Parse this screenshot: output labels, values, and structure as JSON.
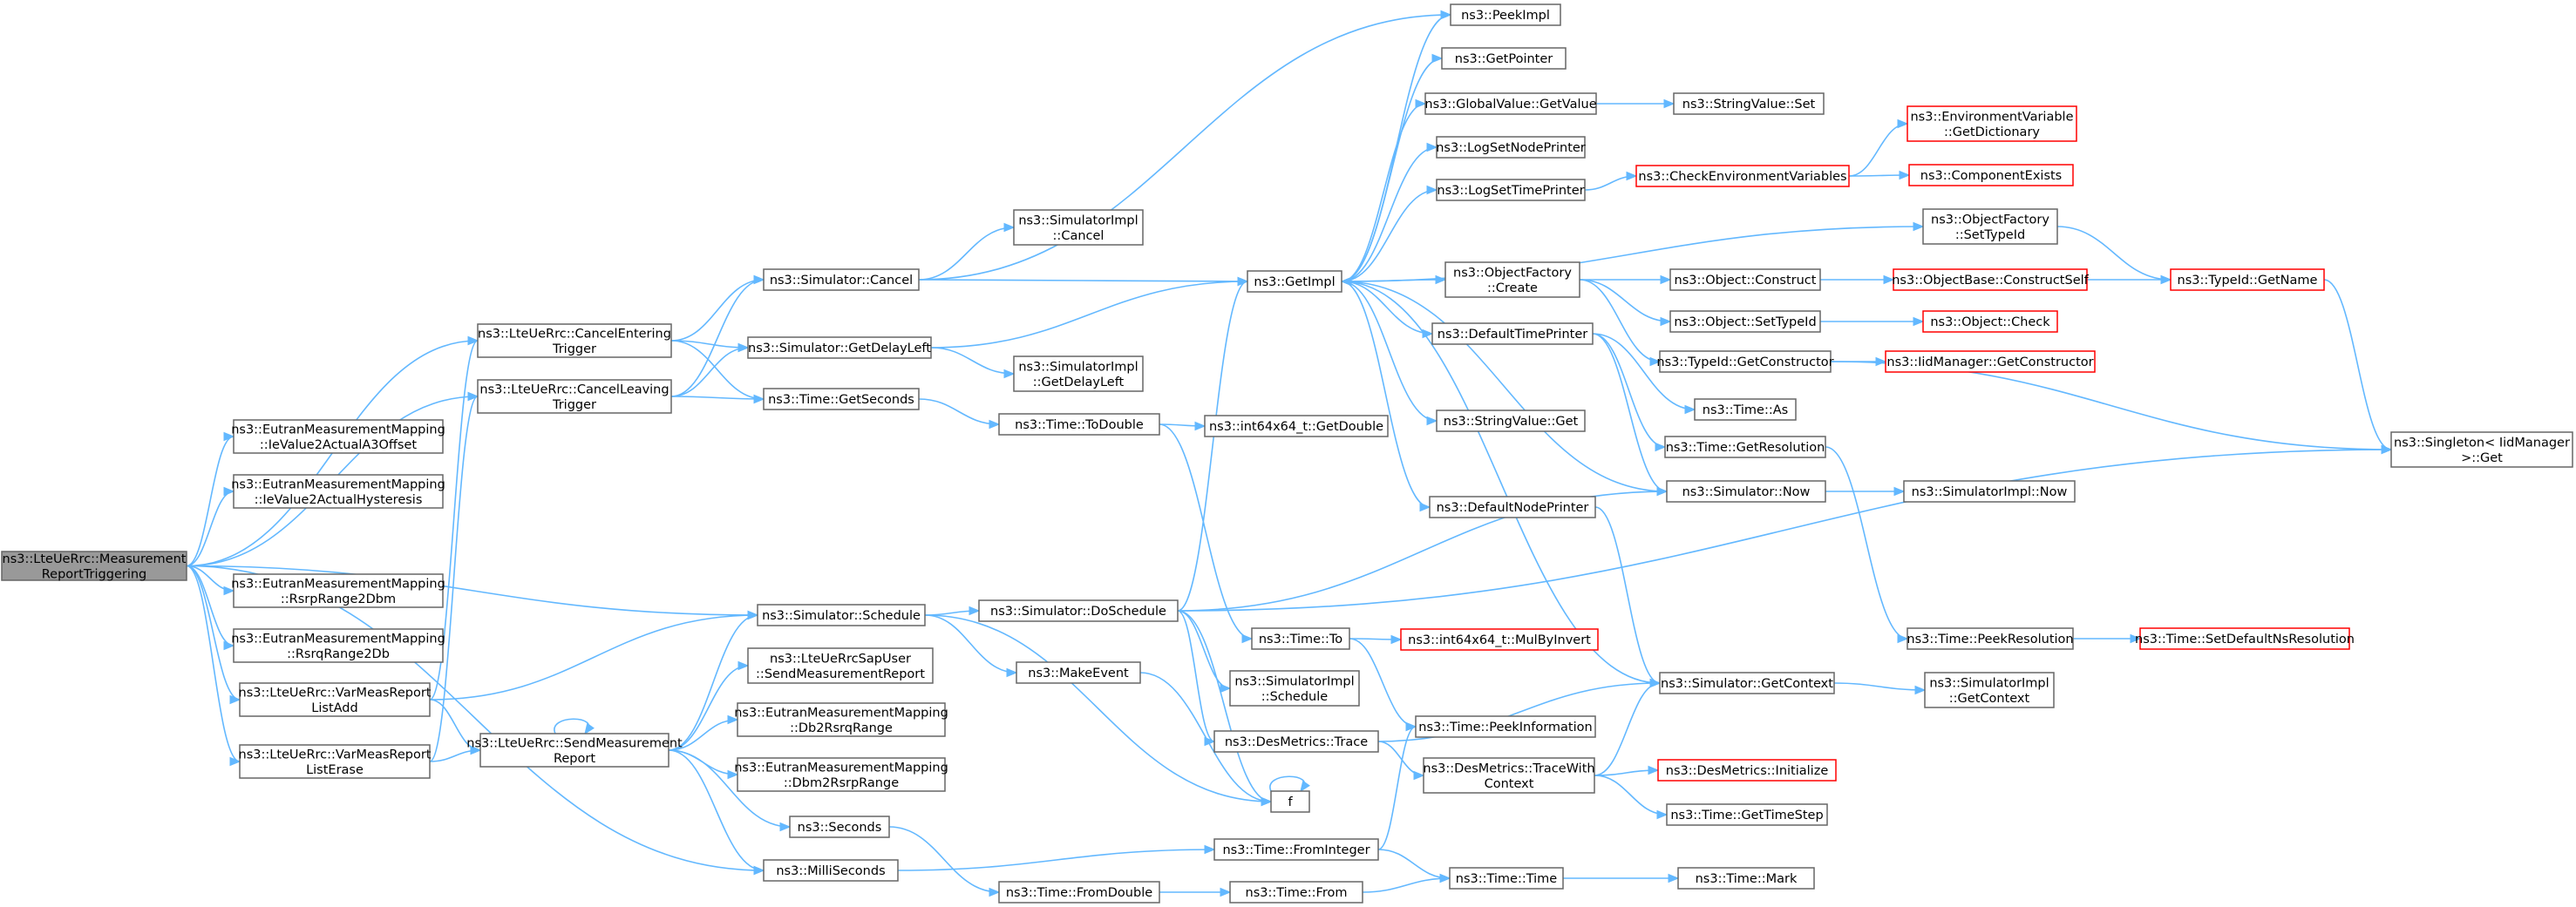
{
  "colors": {
    "edge": "#63b8ff",
    "node_border": "#666666",
    "node_border_incomplete": "#ff0000",
    "root_fill": "#999999"
  },
  "nodes": [
    {
      "id": "root",
      "lines": [
        "ns3::LteUeRrc::Measurement",
        "ReportTriggering"
      ],
      "root": true
    },
    {
      "id": "cancelEnter",
      "lines": [
        "ns3::LteUeRrc::CancelEntering",
        "Trigger"
      ]
    },
    {
      "id": "cancelLeave",
      "lines": [
        "ns3::LteUeRrc::CancelLeaving",
        "Trigger"
      ]
    },
    {
      "id": "ieA3",
      "lines": [
        "ns3::EutranMeasurementMapping",
        "::IeValue2ActualA3Offset"
      ]
    },
    {
      "id": "ieHyst",
      "lines": [
        "ns3::EutranMeasurementMapping",
        "::IeValue2ActualHysteresis"
      ]
    },
    {
      "id": "rsrpDbm",
      "lines": [
        "ns3::EutranMeasurementMapping",
        "::RsrpRange2Dbm"
      ]
    },
    {
      "id": "rsrqDb",
      "lines": [
        "ns3::EutranMeasurementMapping",
        "::RsrqRange2Db"
      ]
    },
    {
      "id": "listAdd",
      "lines": [
        "ns3::LteUeRrc::VarMeasReport",
        "ListAdd"
      ]
    },
    {
      "id": "listErase",
      "lines": [
        "ns3::LteUeRrc::VarMeasReport",
        "ListErase"
      ]
    },
    {
      "id": "simCancel",
      "lines": [
        "ns3::Simulator::Cancel"
      ]
    },
    {
      "id": "getDelay",
      "lines": [
        "ns3::Simulator::GetDelayLeft"
      ]
    },
    {
      "id": "getSeconds",
      "lines": [
        "ns3::Time::GetSeconds"
      ]
    },
    {
      "id": "schedule",
      "lines": [
        "ns3::Simulator::Schedule"
      ]
    },
    {
      "id": "sapSend",
      "lines": [
        "ns3::LteUeRrcSapUser",
        "::SendMeasurementReport"
      ]
    },
    {
      "id": "sendReport",
      "lines": [
        "ns3::LteUeRrc::SendMeasurement",
        "Report"
      ]
    },
    {
      "id": "db2rsrq",
      "lines": [
        "ns3::EutranMeasurementMapping",
        "::Db2RsrqRange"
      ]
    },
    {
      "id": "dbm2rsrp",
      "lines": [
        "ns3::EutranMeasurementMapping",
        "::Dbm2RsrpRange"
      ]
    },
    {
      "id": "seconds",
      "lines": [
        "ns3::Seconds"
      ]
    },
    {
      "id": "milli",
      "lines": [
        "ns3::MilliSeconds"
      ]
    },
    {
      "id": "implCancel",
      "lines": [
        "ns3::SimulatorImpl",
        "::Cancel"
      ]
    },
    {
      "id": "implDelay",
      "lines": [
        "ns3::SimulatorImpl",
        "::GetDelayLeft"
      ]
    },
    {
      "id": "toDouble",
      "lines": [
        "ns3::Time::ToDouble"
      ]
    },
    {
      "id": "doSchedule",
      "lines": [
        "ns3::Simulator::DoSchedule"
      ]
    },
    {
      "id": "makeEvent",
      "lines": [
        "ns3::MakeEvent"
      ]
    },
    {
      "id": "fromDouble",
      "lines": [
        "ns3::Time::FromDouble"
      ]
    },
    {
      "id": "getImpl",
      "lines": [
        "ns3::GetImpl"
      ]
    },
    {
      "id": "getDouble",
      "lines": [
        "ns3::int64x64_t::GetDouble"
      ]
    },
    {
      "id": "timeTo",
      "lines": [
        "ns3::Time::To"
      ]
    },
    {
      "id": "implSchedule",
      "lines": [
        "ns3::SimulatorImpl",
        "::Schedule"
      ]
    },
    {
      "id": "desTrace",
      "lines": [
        "ns3::DesMetrics::Trace"
      ]
    },
    {
      "id": "f",
      "lines": [
        "f"
      ]
    },
    {
      "id": "fromInt",
      "lines": [
        "ns3::Time::FromInteger"
      ]
    },
    {
      "id": "timeFrom",
      "lines": [
        "ns3::Time::From"
      ]
    },
    {
      "id": "peekImpl",
      "lines": [
        "ns3::PeekImpl"
      ]
    },
    {
      "id": "getPointer",
      "lines": [
        "ns3::GetPointer"
      ]
    },
    {
      "id": "gvGet",
      "lines": [
        "ns3::GlobalValue::GetValue"
      ]
    },
    {
      "id": "logNode",
      "lines": [
        "ns3::LogSetNodePrinter"
      ]
    },
    {
      "id": "logTime",
      "lines": [
        "ns3::LogSetTimePrinter"
      ]
    },
    {
      "id": "ofCreate",
      "lines": [
        "ns3::ObjectFactory",
        "::Create"
      ]
    },
    {
      "id": "defTime",
      "lines": [
        "ns3::DefaultTimePrinter"
      ]
    },
    {
      "id": "svGet",
      "lines": [
        "ns3::StringValue::Get"
      ]
    },
    {
      "id": "defNode",
      "lines": [
        "ns3::DefaultNodePrinter"
      ]
    },
    {
      "id": "mulInv",
      "lines": [
        "ns3::int64x64_t::MulByInvert"
      ],
      "red": true
    },
    {
      "id": "peekInfo",
      "lines": [
        "ns3::Time::PeekInformation"
      ]
    },
    {
      "id": "traceCtx",
      "lines": [
        "ns3::DesMetrics::TraceWith",
        "Context"
      ]
    },
    {
      "id": "timeTime",
      "lines": [
        "ns3::Time::Time"
      ]
    },
    {
      "id": "svSet",
      "lines": [
        "ns3::StringValue::Set"
      ]
    },
    {
      "id": "checkEnv",
      "lines": [
        "ns3::CheckEnvironmentVariables"
      ],
      "red": true
    },
    {
      "id": "objConstruct",
      "lines": [
        "ns3::Object::Construct"
      ]
    },
    {
      "id": "objSetType",
      "lines": [
        "ns3::Object::SetTypeId"
      ]
    },
    {
      "id": "tidGetCtor",
      "lines": [
        "ns3::TypeId::GetConstructor"
      ]
    },
    {
      "id": "timeAs",
      "lines": [
        "ns3::Time::As"
      ]
    },
    {
      "id": "getRes",
      "lines": [
        "ns3::Time::GetResolution"
      ]
    },
    {
      "id": "simNow",
      "lines": [
        "ns3::Simulator::Now"
      ]
    },
    {
      "id": "getCtx",
      "lines": [
        "ns3::Simulator::GetContext"
      ]
    },
    {
      "id": "desInit",
      "lines": [
        "ns3::DesMetrics::Initialize"
      ],
      "red": true
    },
    {
      "id": "getStep",
      "lines": [
        "ns3::Time::GetTimeStep"
      ]
    },
    {
      "id": "timeMark",
      "lines": [
        "ns3::Time::Mark"
      ]
    },
    {
      "id": "envDict",
      "lines": [
        "ns3::EnvironmentVariable",
        "::GetDictionary"
      ],
      "red": true
    },
    {
      "id": "compExists",
      "lines": [
        "ns3::ComponentExists"
      ],
      "red": true
    },
    {
      "id": "ofSetType",
      "lines": [
        "ns3::ObjectFactory",
        "::SetTypeId"
      ]
    },
    {
      "id": "constructSelf",
      "lines": [
        "ns3::ObjectBase::ConstructSelf"
      ],
      "red": true
    },
    {
      "id": "objCheck",
      "lines": [
        "ns3::Object::Check"
      ],
      "red": true
    },
    {
      "id": "iidGetCtor",
      "lines": [
        "ns3::IidManager::GetConstructor"
      ],
      "red": true
    },
    {
      "id": "implNow",
      "lines": [
        "ns3::SimulatorImpl::Now"
      ]
    },
    {
      "id": "peekRes",
      "lines": [
        "ns3::Time::PeekResolution"
      ]
    },
    {
      "id": "implCtx",
      "lines": [
        "ns3::SimulatorImpl",
        "::GetContext"
      ]
    },
    {
      "id": "tidName",
      "lines": [
        "ns3::TypeId::GetName"
      ],
      "red": true
    },
    {
      "id": "singleton",
      "lines": [
        "ns3::Singleton< IidManager",
        ">::Get"
      ]
    },
    {
      "id": "setDefRes",
      "lines": [
        "ns3::Time::SetDefaultNsResolution"
      ],
      "red": true
    }
  ],
  "edges": [
    [
      "root",
      "cancelEnter"
    ],
    [
      "root",
      "cancelLeave"
    ],
    [
      "root",
      "ieA3"
    ],
    [
      "root",
      "ieHyst"
    ],
    [
      "root",
      "rsrpDbm"
    ],
    [
      "root",
      "rsrqDb"
    ],
    [
      "root",
      "listAdd"
    ],
    [
      "root",
      "listErase"
    ],
    [
      "root",
      "schedule"
    ],
    [
      "root",
      "milli"
    ],
    [
      "cancelEnter",
      "simCancel"
    ],
    [
      "cancelEnter",
      "getDelay"
    ],
    [
      "cancelEnter",
      "getSeconds"
    ],
    [
      "cancelLeave",
      "simCancel"
    ],
    [
      "cancelLeave",
      "getDelay"
    ],
    [
      "cancelLeave",
      "getSeconds"
    ],
    [
      "listAdd",
      "cancelEnter"
    ],
    [
      "listAdd",
      "schedule"
    ],
    [
      "listAdd",
      "sendReport"
    ],
    [
      "listErase",
      "cancelLeave"
    ],
    [
      "listErase",
      "sendReport"
    ],
    [
      "sendReport",
      "sendReport"
    ],
    [
      "sendReport",
      "schedule"
    ],
    [
      "sendReport",
      "sapSend"
    ],
    [
      "sendReport",
      "db2rsrq"
    ],
    [
      "sendReport",
      "dbm2rsrp"
    ],
    [
      "sendReport",
      "seconds"
    ],
    [
      "sendReport",
      "milli"
    ],
    [
      "simCancel",
      "peekImpl"
    ],
    [
      "simCancel",
      "implCancel"
    ],
    [
      "simCancel",
      "getImpl"
    ],
    [
      "getDelay",
      "getImpl"
    ],
    [
      "getDelay",
      "implDelay"
    ],
    [
      "getSeconds",
      "toDouble"
    ],
    [
      "schedule",
      "doSchedule"
    ],
    [
      "schedule",
      "makeEvent"
    ],
    [
      "schedule",
      "f"
    ],
    [
      "seconds",
      "fromDouble"
    ],
    [
      "milli",
      "fromInt"
    ],
    [
      "toDouble",
      "getDouble"
    ],
    [
      "toDouble",
      "timeTo"
    ],
    [
      "doSchedule",
      "getImpl"
    ],
    [
      "doSchedule",
      "implSchedule"
    ],
    [
      "doSchedule",
      "desTrace"
    ],
    [
      "doSchedule",
      "simNow"
    ],
    [
      "doSchedule",
      "singleton"
    ],
    [
      "doSchedule",
      "f"
    ],
    [
      "makeEvent",
      "f"
    ],
    [
      "f",
      "f"
    ],
    [
      "fromDouble",
      "timeFrom"
    ],
    [
      "timeTo",
      "mulInv"
    ],
    [
      "timeTo",
      "peekInfo"
    ],
    [
      "desTrace",
      "getCtx"
    ],
    [
      "desTrace",
      "traceCtx"
    ],
    [
      "fromInt",
      "peekInfo"
    ],
    [
      "fromInt",
      "timeTime"
    ],
    [
      "timeFrom",
      "timeTime"
    ],
    [
      "getImpl",
      "peekImpl"
    ],
    [
      "getImpl",
      "getPointer"
    ],
    [
      "getImpl",
      "gvGet"
    ],
    [
      "getImpl",
      "logNode"
    ],
    [
      "getImpl",
      "logTime"
    ],
    [
      "getImpl",
      "ofSetType"
    ],
    [
      "getImpl",
      "ofCreate"
    ],
    [
      "getImpl",
      "defTime"
    ],
    [
      "getImpl",
      "svGet"
    ],
    [
      "getImpl",
      "defNode"
    ],
    [
      "gvGet",
      "svSet"
    ],
    [
      "logTime",
      "checkEnv"
    ],
    [
      "ofCreate",
      "objConstruct"
    ],
    [
      "ofCreate",
      "objSetType"
    ],
    [
      "ofCreate",
      "tidGetCtor"
    ],
    [
      "defTime",
      "timeAs"
    ],
    [
      "defTime",
      "getRes"
    ],
    [
      "defTime",
      "simNow"
    ],
    [
      "defNode",
      "getCtx"
    ],
    [
      "traceCtx",
      "desInit"
    ],
    [
      "traceCtx",
      "getStep"
    ],
    [
      "traceCtx",
      "getCtx"
    ],
    [
      "timeTime",
      "timeMark"
    ],
    [
      "checkEnv",
      "envDict"
    ],
    [
      "checkEnv",
      "compExists"
    ],
    [
      "objConstruct",
      "constructSelf"
    ],
    [
      "objSetType",
      "objCheck"
    ],
    [
      "tidGetCtor",
      "iidGetCtor"
    ],
    [
      "tidGetCtor",
      "singleton"
    ],
    [
      "getRes",
      "peekRes"
    ],
    [
      "simNow",
      "getImpl"
    ],
    [
      "simNow",
      "implNow"
    ],
    [
      "getCtx",
      "getImpl"
    ],
    [
      "getCtx",
      "implCtx"
    ],
    [
      "peekRes",
      "setDefRes"
    ],
    [
      "ofSetType",
      "tidName"
    ],
    [
      "constructSelf",
      "tidName"
    ],
    [
      "tidName",
      "singleton"
    ]
  ]
}
